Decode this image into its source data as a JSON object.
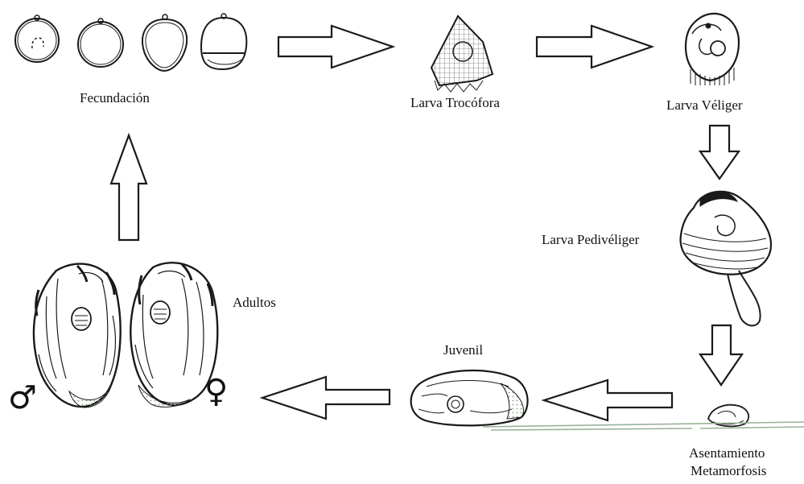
{
  "labels": {
    "fecundacion": "Fecundación",
    "trocofora": "Larva Trocófora",
    "veliger": "Larva Véliger",
    "pediveliger": "Larva Pedivéliger",
    "asentamiento": "Asentamiento",
    "metamorfosis": "Metamorfosis",
    "juvenil": "Juvenil",
    "adultos": "Adultos"
  },
  "symbols": {
    "male": "♂",
    "female": "♀"
  },
  "colors": {
    "stroke": "#1a1a1a",
    "shell_green": "#7fa07a",
    "ground": "#9cb39a"
  }
}
